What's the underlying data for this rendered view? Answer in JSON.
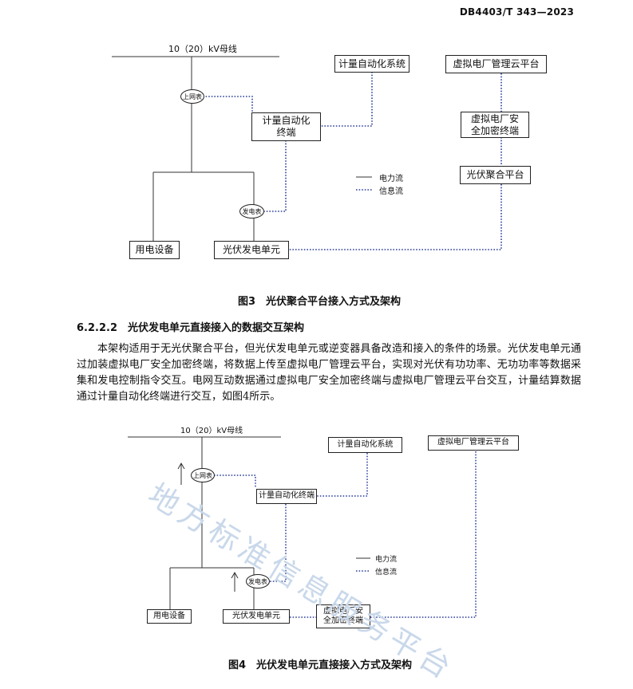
{
  "header": {
    "doc_code": "DB4403/T 343—2023"
  },
  "fig3": {
    "bus_label": "10（20）kV母线",
    "meter_up": "上网表",
    "meter_gen": "发电表",
    "metering_system": "计量自动化系统",
    "metering_terminal": "计量自动化\n终端",
    "vpp_platform": "虚拟电厂管理云平台",
    "security_terminal": "虚拟电厂安\n全加密终端",
    "aggregation_platform": "光伏聚合平台",
    "legend_power": "电力流",
    "legend_info": "信息流",
    "load_device": "用电设备",
    "pv_unit": "光伏发电单元",
    "caption": "图3　光伏聚合平台接入方式及架构"
  },
  "section": {
    "title": "6.2.2.2　光伏发电单元直接接入的数据交互架构",
    "paragraph": "本架构适用于无光伏聚合平台，但光伏发电单元或逆变器具备改造和接入的条件的场景。光伏发电单元通过加装虚拟电厂安全加密终端，将数据上传至虚拟电厂管理云平台，实现对光伏有功功率、无功功率等数据采集和发电控制指令交互。电网互动数据通过虚拟电厂安全加密终端与虚拟电厂管理云平台交互，计量结算数据通过计量自动化终端进行交互，如图4所示。"
  },
  "fig4": {
    "bus_label": "10（20）kV母线",
    "meter_up": "上网表",
    "meter_gen": "发电表",
    "metering_system": "计量自动化系统",
    "vpp_platform": "虚拟电厂管理云平台",
    "metering_terminal": "计量自动化终端",
    "legend_power": "电力流",
    "legend_info": "信息流",
    "load_device": "用电设备",
    "pv_unit": "光伏发电单元",
    "security_terminal": "虚拟电厂安\n全加密终端",
    "caption": "图4　光伏发电单元直接接入方式及架构"
  },
  "watermark": {
    "text": "地方标准信息服务平台"
  },
  "colors": {
    "info_flow": "#2b3f9a",
    "power_flow": "#333333",
    "watermark": "#c9d8ea"
  }
}
